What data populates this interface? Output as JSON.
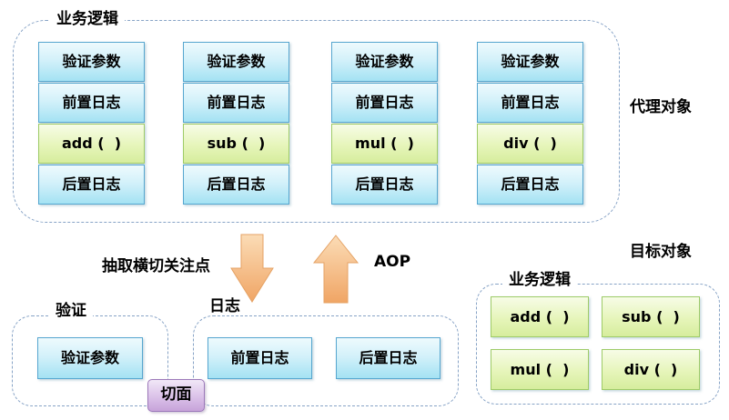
{
  "proxy": {
    "title": "业务逻辑",
    "side_label": "代理对象",
    "columns": [
      {
        "rows": [
          "验证参数",
          "前置日志",
          "add (  )",
          "后置日志"
        ]
      },
      {
        "rows": [
          "验证参数",
          "前置日志",
          "sub (  )",
          "后置日志"
        ]
      },
      {
        "rows": [
          "验证参数",
          "前置日志",
          "mul (  )",
          "后置日志"
        ]
      },
      {
        "rows": [
          "验证参数",
          "前置日志",
          "div (  )",
          "后置日志"
        ]
      }
    ]
  },
  "middle": {
    "extract_label": "抽取横切关注点",
    "aop_label": "AOP"
  },
  "aspect": {
    "label": "切面"
  },
  "validation": {
    "title": "验证",
    "box": "验证参数"
  },
  "log": {
    "title": "日志",
    "boxes": [
      "前置日志",
      "后置日志"
    ]
  },
  "target": {
    "outer_label": "目标对象",
    "title": "业务逻辑",
    "boxes": [
      "add (  )",
      "sub (  )",
      "mul (  )",
      "div (  )"
    ]
  },
  "colors": {
    "dashed_border": "#87a3c6",
    "blue_box_border": "#56a6cf",
    "blue_box_fill_top": "#eefafd",
    "blue_box_fill_bottom": "#a4e2f3",
    "green_box_border": "#9ecb67",
    "green_box_fill_top": "#f7fce7",
    "green_box_fill_bottom": "#d6ed9d",
    "purple_box_border": "#9c79ba",
    "purple_box_fill": "#c7a3da",
    "arrow_fill_top": "#fad9b2",
    "arrow_fill_bottom": "#f0a565",
    "arrow_border": "#e5a264",
    "text": "#000000"
  }
}
